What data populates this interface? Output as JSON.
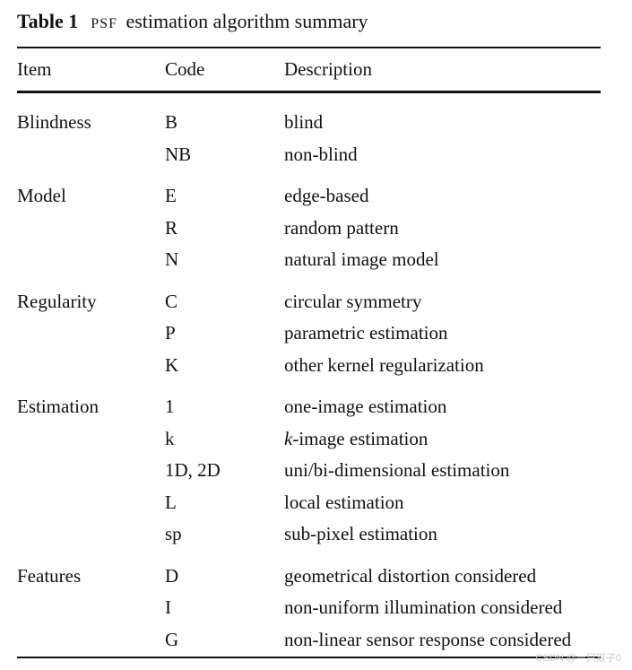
{
  "caption": {
    "label": "Table 1",
    "abbr": "PSF",
    "title": "estimation algorithm summary"
  },
  "columns": {
    "item": "Item",
    "code": "Code",
    "description": "Description"
  },
  "groups": [
    {
      "item": "Blindness",
      "rows": [
        {
          "code": "B",
          "description": "blind"
        },
        {
          "code": "NB",
          "description": "non-blind"
        }
      ]
    },
    {
      "item": "Model",
      "rows": [
        {
          "code": "E",
          "description": "edge-based"
        },
        {
          "code": "R",
          "description": "random pattern"
        },
        {
          "code": "N",
          "description": "natural image model"
        }
      ]
    },
    {
      "item": "Regularity",
      "rows": [
        {
          "code": "C",
          "description": "circular symmetry"
        },
        {
          "code": "P",
          "description": "parametric estimation"
        },
        {
          "code": "K",
          "description": "other kernel regularization"
        }
      ]
    },
    {
      "item": "Estimation",
      "rows": [
        {
          "code": "1",
          "description": "one-image estimation"
        },
        {
          "code": "k",
          "description_italic": "k",
          "description": "-image estimation"
        },
        {
          "code": "1D, 2D",
          "description": "uni/bi-dimensional estimation"
        },
        {
          "code": "L",
          "description": "local estimation"
        },
        {
          "code": "sp",
          "description": "sub-pixel estimation"
        }
      ]
    },
    {
      "item": "Features",
      "rows": [
        {
          "code": "D",
          "description": "geometrical distortion considered"
        },
        {
          "code": "I",
          "description": "non-uniform illumination considered"
        },
        {
          "code": "G",
          "description": "non-linear sensor response considered"
        }
      ]
    }
  ],
  "watermark": "CSDN @一只双子0"
}
